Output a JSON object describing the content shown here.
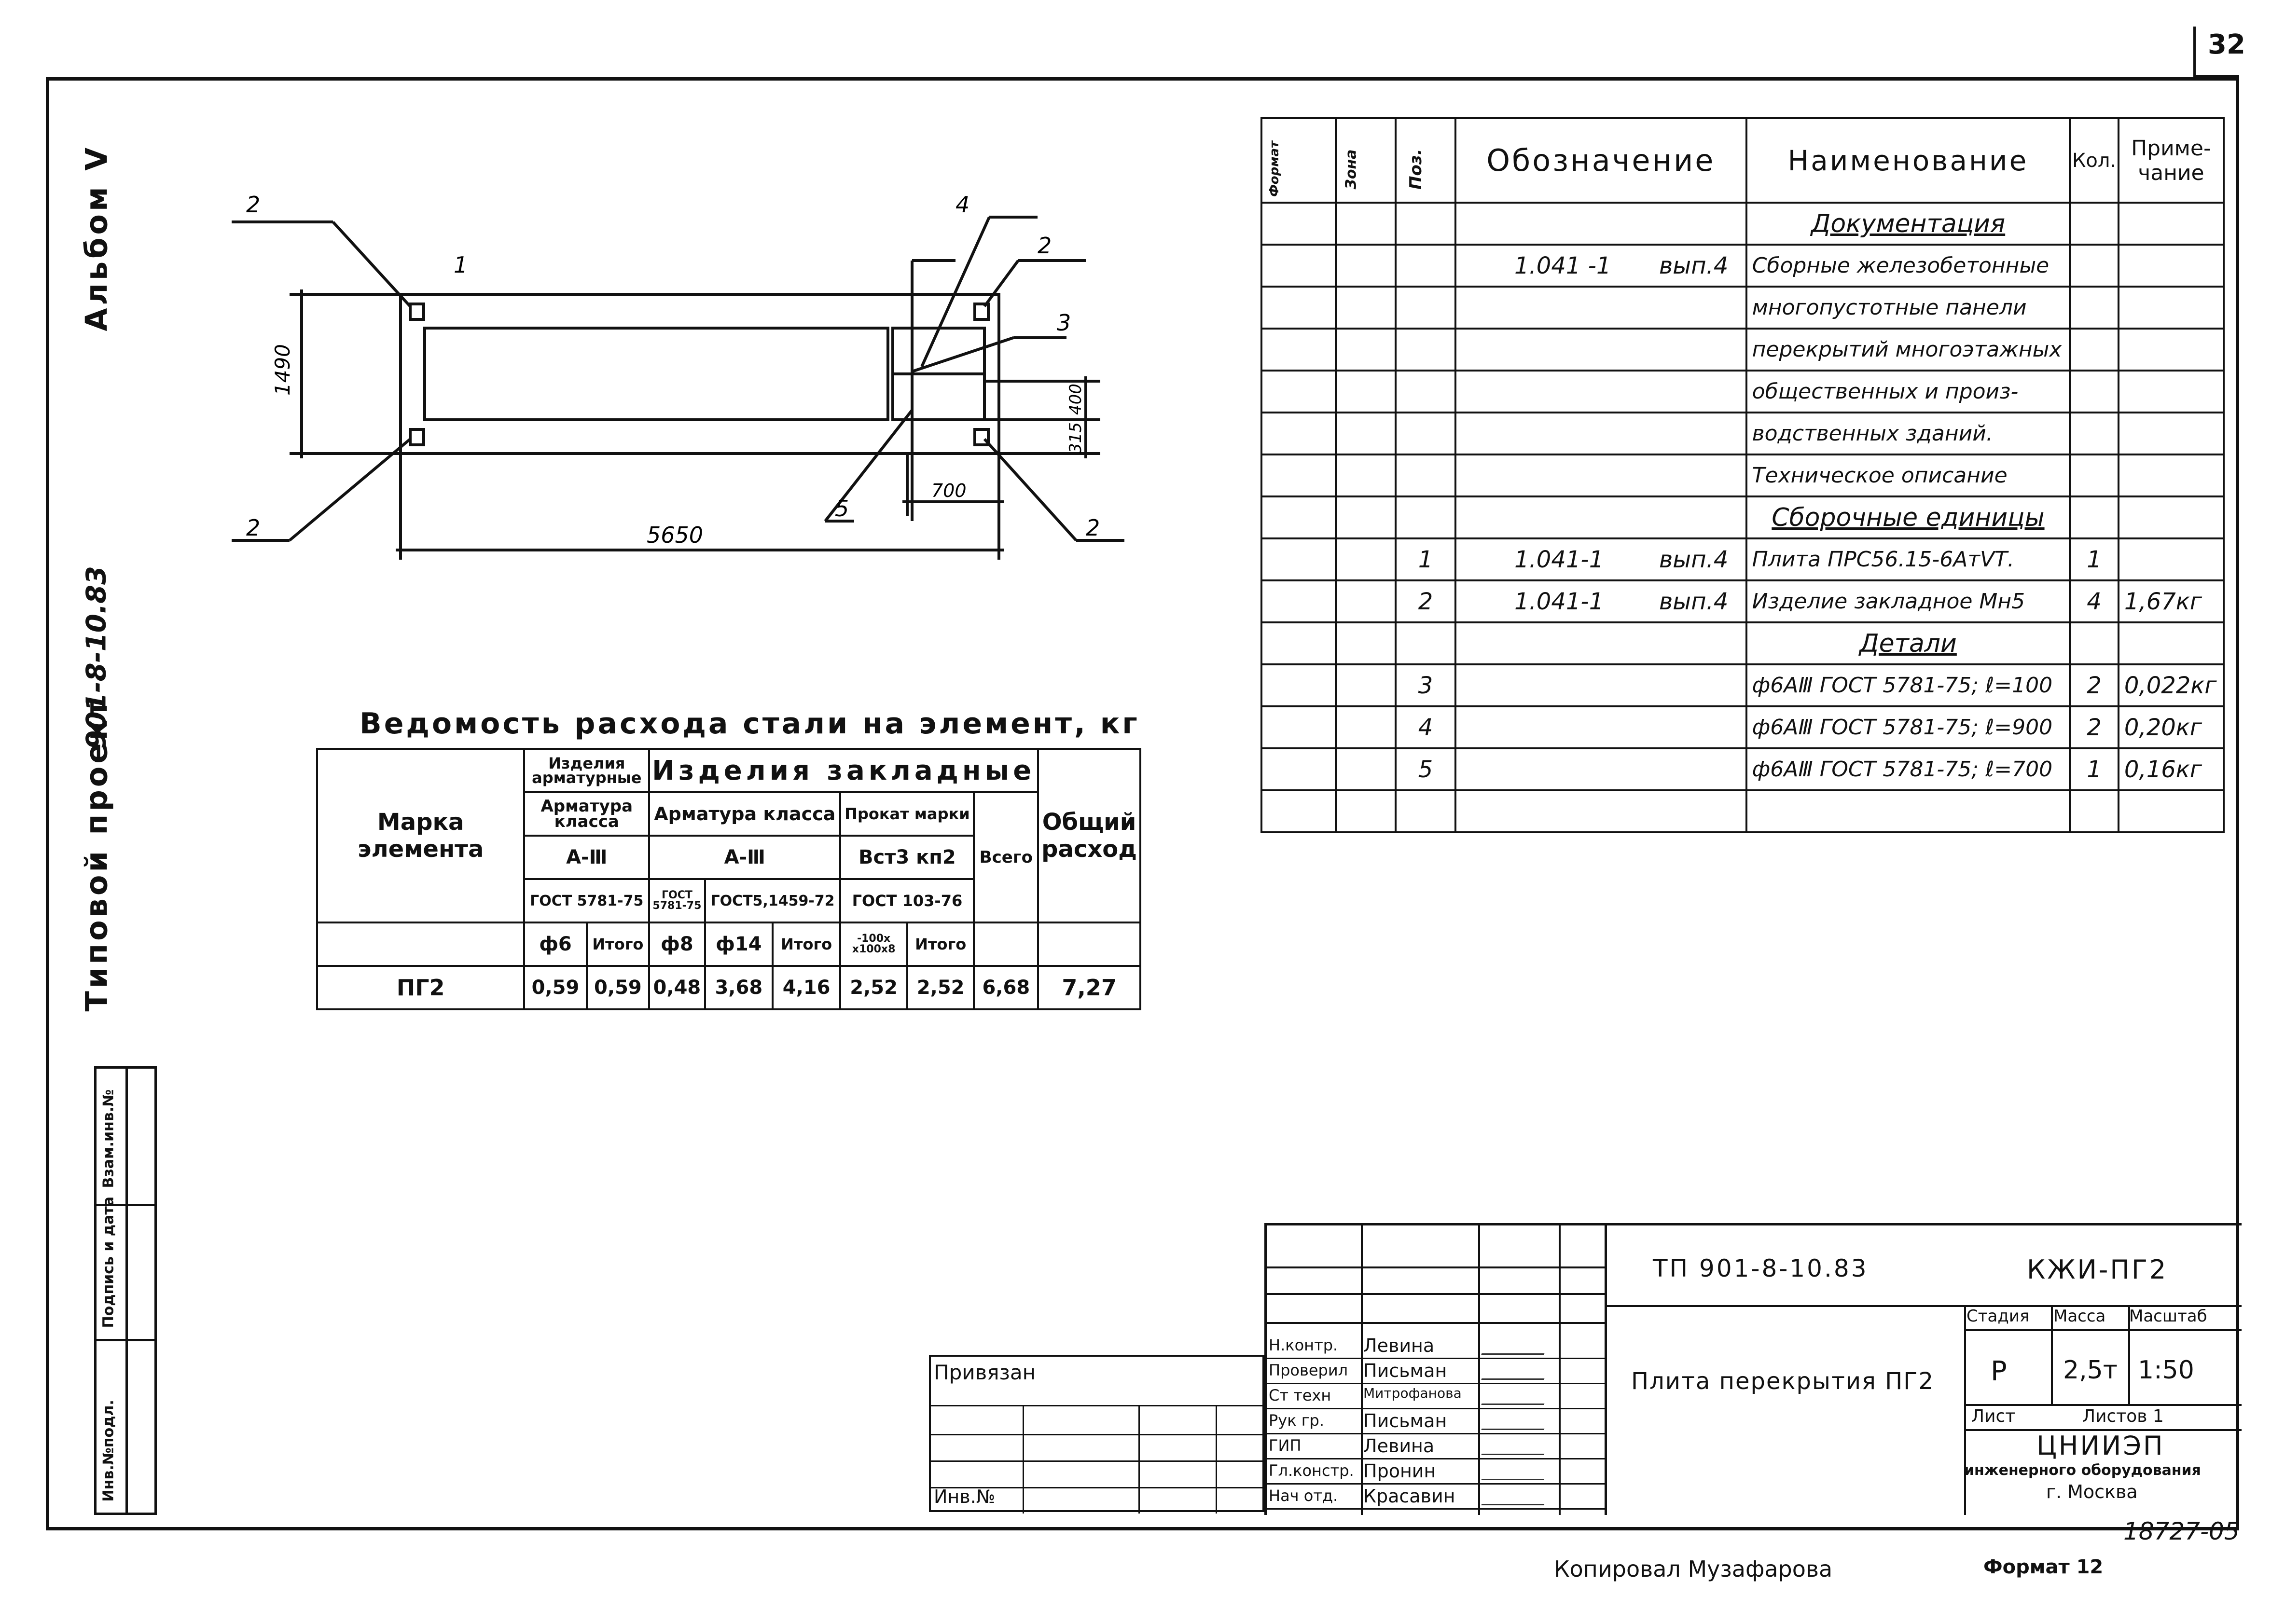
{
  "sheet": {
    "page_number": "32",
    "album_label": "Альбом Ⅴ",
    "project_label": "Типовой проект",
    "project_code": "901-8-10.83",
    "copied_by": "Копировал Музафарова",
    "format": "Формат 12",
    "archive_no": "18727-05"
  },
  "side_stamp": {
    "inv_no_orig": "Инв.№подл.",
    "sign_date": "Подпись и дата",
    "replace_inv": "Взам.инв.№"
  },
  "drawing": {
    "dim_length": "5650",
    "dim_height": "1490",
    "dim_700": "700",
    "dim_400": "400",
    "dim_315": "315",
    "callout_1": "1",
    "callout_2": "2",
    "callout_3": "3",
    "callout_4": "4",
    "callout_5": "5"
  },
  "spec_table": {
    "headers": {
      "format": "Формат",
      "zone": "Зона",
      "pos": "Поз.",
      "designation": "Обозначение",
      "name": "Наименование",
      "qty": "Кол.",
      "note": "Приме-чание"
    },
    "rows": [
      {
        "pos": "",
        "desig": "",
        "vyp": "",
        "name": "Документация",
        "qty": "",
        "note": "",
        "section": true
      },
      {
        "pos": "",
        "desig": "1.041 -1",
        "vyp": "вып.4",
        "name": "Сборные железобетонные",
        "qty": "",
        "note": ""
      },
      {
        "pos": "",
        "desig": "",
        "vyp": "",
        "name": "многопустотные панели",
        "qty": "",
        "note": ""
      },
      {
        "pos": "",
        "desig": "",
        "vyp": "",
        "name": "перекрытий многоэтажных",
        "qty": "",
        "note": ""
      },
      {
        "pos": "",
        "desig": "",
        "vyp": "",
        "name": "общественных и произ-",
        "qty": "",
        "note": ""
      },
      {
        "pos": "",
        "desig": "",
        "vyp": "",
        "name": "водственных зданий.",
        "qty": "",
        "note": ""
      },
      {
        "pos": "",
        "desig": "",
        "vyp": "",
        "name": "Техническое описание",
        "qty": "",
        "note": ""
      },
      {
        "pos": "",
        "desig": "",
        "vyp": "",
        "name": "Сборочные единицы",
        "qty": "",
        "note": "",
        "section": true
      },
      {
        "pos": "1",
        "desig": "1.041-1",
        "vyp": "вып.4",
        "name": "Плита ПРС56.15-6АтⅤТ.",
        "qty": "1",
        "note": ""
      },
      {
        "pos": "2",
        "desig": "1.041-1",
        "vyp": "вып.4",
        "name": "Изделие закладное Мн5",
        "qty": "4",
        "note": "1,67кг"
      },
      {
        "pos": "",
        "desig": "",
        "vyp": "",
        "name": "Детали",
        "qty": "",
        "note": "",
        "section": true
      },
      {
        "pos": "3",
        "desig": "",
        "vyp": "",
        "name": "ф6АⅢ ГОСТ 5781-75; ℓ=100",
        "qty": "2",
        "note": "0,022кг"
      },
      {
        "pos": "4",
        "desig": "",
        "vyp": "",
        "name": "ф6АⅢ ГОСТ 5781-75; ℓ=900",
        "qty": "2",
        "note": "0,20кг"
      },
      {
        "pos": "5",
        "desig": "",
        "vyp": "",
        "name": "ф6АⅢ ГОСТ 5781-75; ℓ=700",
        "qty": "1",
        "note": "0,16кг"
      },
      {
        "pos": "",
        "desig": "",
        "vyp": "",
        "name": "",
        "qty": "",
        "note": ""
      }
    ]
  },
  "steel_table": {
    "title": "Ведомость расхода стали на элемент, кг",
    "h_mark": "Марка элемента",
    "h_rebar_products": "Изделия арматурные",
    "h_embedded": "Изделия закладные",
    "h_total_use": "Общий расход",
    "h_rebar_class": "Арматура класса",
    "h_rebar_class2": "Арматура класса",
    "h_rolled": "Прокат марки",
    "h_all": "Всего",
    "h_a3": "А-Ⅲ",
    "h_a3b": "А-Ⅲ",
    "h_vst": "Вст3 кп2",
    "h_gost5781": "ГОСТ 5781-75",
    "h_gost5781b": "ГОСТ 5781-75",
    "h_gost5459": "ГОСТ5,1459-72",
    "h_gost103": "ГОСТ 103-76",
    "h_d6": "ф6",
    "h_itogo1": "Итого",
    "h_d8": "ф8",
    "h_d14": "ф14",
    "h_itogo2": "Итого",
    "h_sect": "-100х х100х8",
    "h_itogo3": "Итого",
    "row": {
      "mark": "ПГ2",
      "d6": "0,59",
      "it1": "0,59",
      "d8": "0,48",
      "d14": "3,68",
      "it2": "4,16",
      "sect": "2,52",
      "it3": "2,52",
      "all": "6,68",
      "total": "7,27"
    }
  },
  "title_block": {
    "doc_code": "ТП 901-8-10.83",
    "sheet_code": "КЖИ-ПГ2",
    "title": "Плита перекрытия ПГ2",
    "stage_label": "Стадия",
    "mass_label": "Масса",
    "scale_label": "Масштаб",
    "stage": "Р",
    "mass": "2,5т",
    "scale": "1:50",
    "sheet_label": "Лист",
    "sheets_label": "Листов 1",
    "org_name": "ЦНИИЭП",
    "org_line2": "инженерного оборудования",
    "org_city": "г. Москва",
    "privyazan": "Привязан",
    "inv_no": "Инв.№",
    "people": [
      {
        "role": "Н.контр.",
        "name": "Левина"
      },
      {
        "role": "Проверил",
        "name": "Письман"
      },
      {
        "role": "Ст техн",
        "name": "Митрофанова"
      },
      {
        "role": "Рук гр.",
        "name": "Письман"
      },
      {
        "role": "ГИП",
        "name": "Левина"
      },
      {
        "role": "Гл.констр.",
        "name": "Пронин"
      },
      {
        "role": "Нач отд.",
        "name": "Красавин"
      }
    ]
  }
}
